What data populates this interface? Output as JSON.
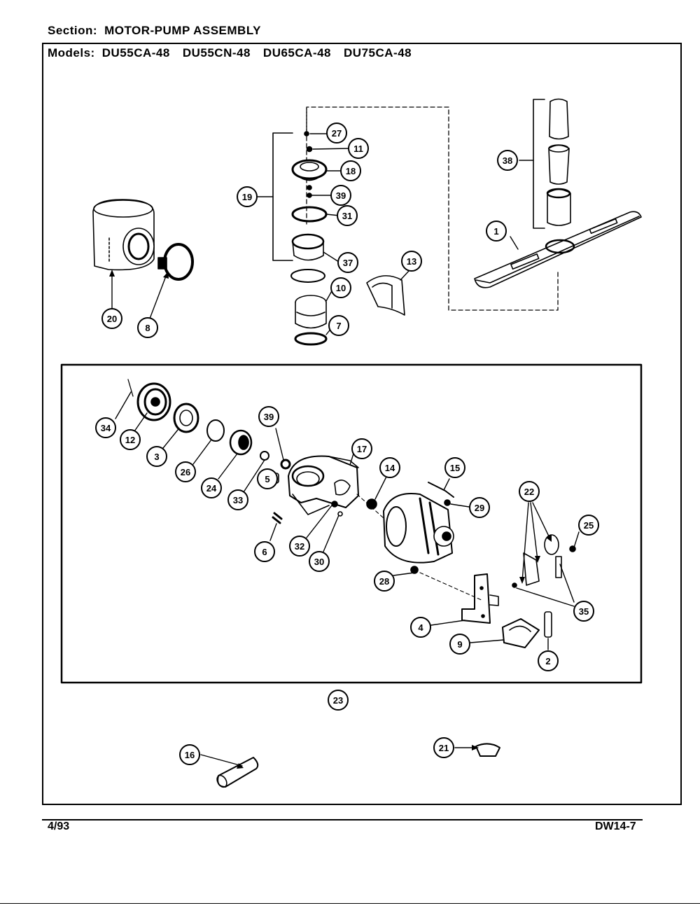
{
  "header": {
    "section_label": "Section:",
    "section_title": "MOTOR-PUMP ASSEMBLY",
    "models_label": "Models:",
    "models": [
      "DU55CA-48",
      "DU55CN-48",
      "DU65CA-48",
      "DU75CA-48"
    ]
  },
  "footer": {
    "date": "4/93",
    "code": "DW14-7"
  },
  "callouts": {
    "c27": "27",
    "c11": "11",
    "c18a": "18",
    "c39a": "39",
    "c31": "31",
    "c19": "19",
    "c37": "37",
    "c10": "10",
    "c7": "7",
    "c13": "13",
    "c20": "20",
    "c8": "8",
    "c38": "38",
    "c1": "1",
    "c34": "34",
    "c12": "12",
    "c3": "3",
    "c26": "26",
    "c24": "24",
    "c33": "33",
    "c5": "5",
    "c6": "6",
    "c39b": "39",
    "c17": "17",
    "c14": "14",
    "c15": "15",
    "c29": "29",
    "c32": "32",
    "c30": "30",
    "c28": "28",
    "c22": "22",
    "c25": "25",
    "c35": "35",
    "c4": "4",
    "c9": "9",
    "c2": "2",
    "c23": "23",
    "c16": "16",
    "c21": "21"
  }
}
